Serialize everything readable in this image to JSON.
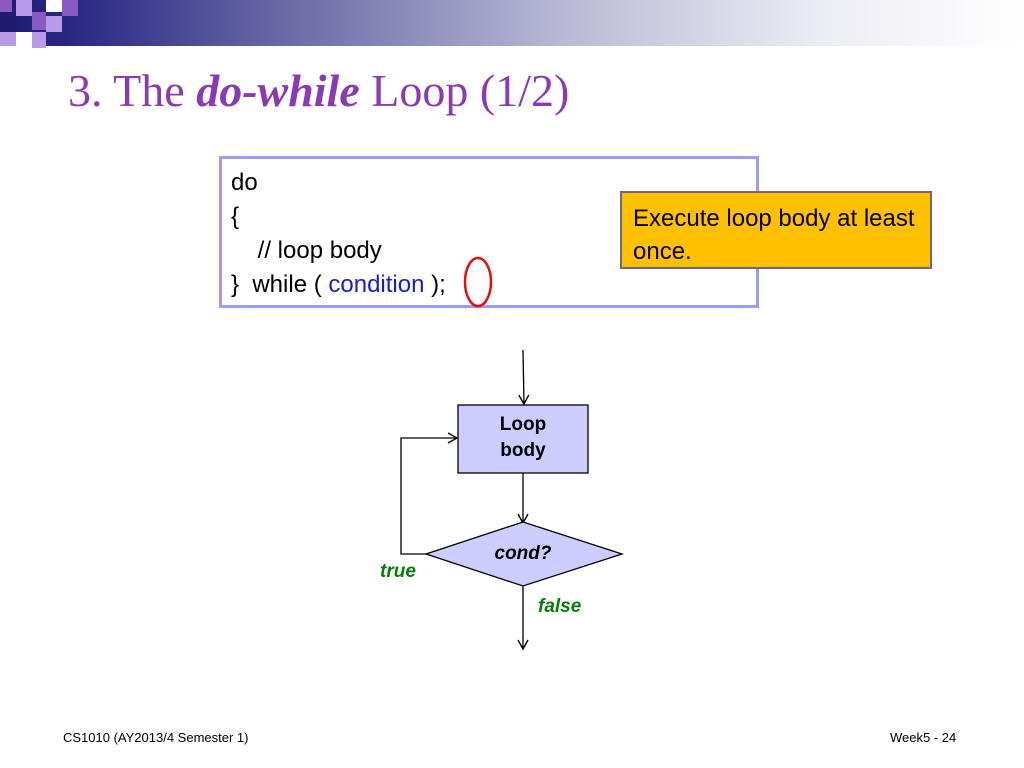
{
  "slide": {
    "title_prefix": "3. The ",
    "title_emph": "do-while",
    "title_suffix": " Loop (1/2)"
  },
  "code": {
    "line1": "do",
    "line2": "{",
    "line3": "    // loop body",
    "line4_a": "}  while ( ",
    "line4_cond": "condition",
    "line4_b": " );"
  },
  "callout": {
    "text": "Execute loop body at least once."
  },
  "flowchart": {
    "box_line1": "Loop",
    "box_line2": "body",
    "decision": "cond?",
    "true_label": "true",
    "false_label": "false",
    "colors": {
      "node_fill": "#ccccff",
      "label_green": "#0a7a0a",
      "highlight_circle": "#e01010"
    }
  },
  "footer": {
    "left": "CS1010 (AY2013/4 Semester 1)",
    "right": "Week5 - 24"
  }
}
